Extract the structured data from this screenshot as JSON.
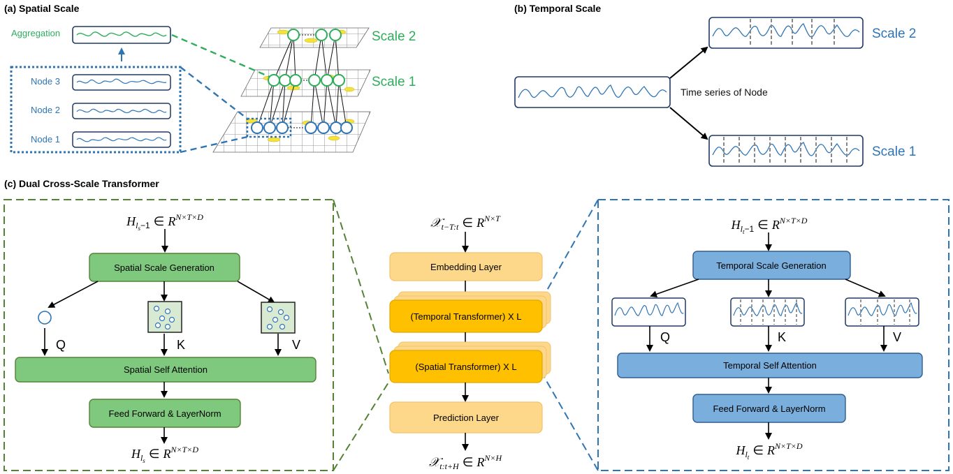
{
  "panel_a": {
    "title": "(a) Spatial Scale",
    "aggregation_label": "Aggregation",
    "nodes": [
      "Node 3",
      "Node 2",
      "Node 1"
    ],
    "scale_labels": [
      "Scale 2",
      "Scale 1"
    ]
  },
  "panel_b": {
    "title": "(b) Temporal Scale",
    "series_label": "Time series of Node",
    "scale_labels": [
      "Scale 2",
      "Scale 1"
    ]
  },
  "panel_c": {
    "title": "(c) Dual Cross-Scale Transformer",
    "spatial": {
      "input": "H_{l_s−1} ∈ R^{N×T×D}",
      "scale_generation": "Spatial Scale Generation",
      "q": "Q",
      "k": "K",
      "v": "V",
      "self_attention": "Spatial Self Attention",
      "ffn": "Feed Forward & LayerNorm",
      "output": "H_{l_s} ∈ R^{N×T×D}"
    },
    "center": {
      "input": "X_{t−T:t} ∈ R^{N×T}",
      "embedding": "Embedding Layer",
      "temporal_transformer": "(Temporal Transformer) X L",
      "spatial_transformer": "(Spatial Transformer) X L",
      "prediction": "Prediction Layer",
      "output": "X_{t:t+H} ∈ R^{N×H}"
    },
    "temporal": {
      "input": "H_{l_t−1} ∈ R^{N×T×D}",
      "scale_generation": "Temporal Scale Generation",
      "q": "Q",
      "k": "K",
      "v": "V",
      "self_attention": "Temporal Self Attention",
      "ffn": "Feed Forward & LayerNorm",
      "output": "H_{l_t} ∈ R^{N×T×D}"
    }
  },
  "colors": {
    "green": "#2eae5b",
    "blue": "#2e75b6",
    "green_box": "#7fc97f",
    "green_stroke": "#548235",
    "blue_box": "#7aaedc",
    "blue_stroke": "#2f5d8e",
    "orange_light": "#fdd78a",
    "orange_dark": "#ffc000",
    "node_yellow": "#f5e33a"
  }
}
